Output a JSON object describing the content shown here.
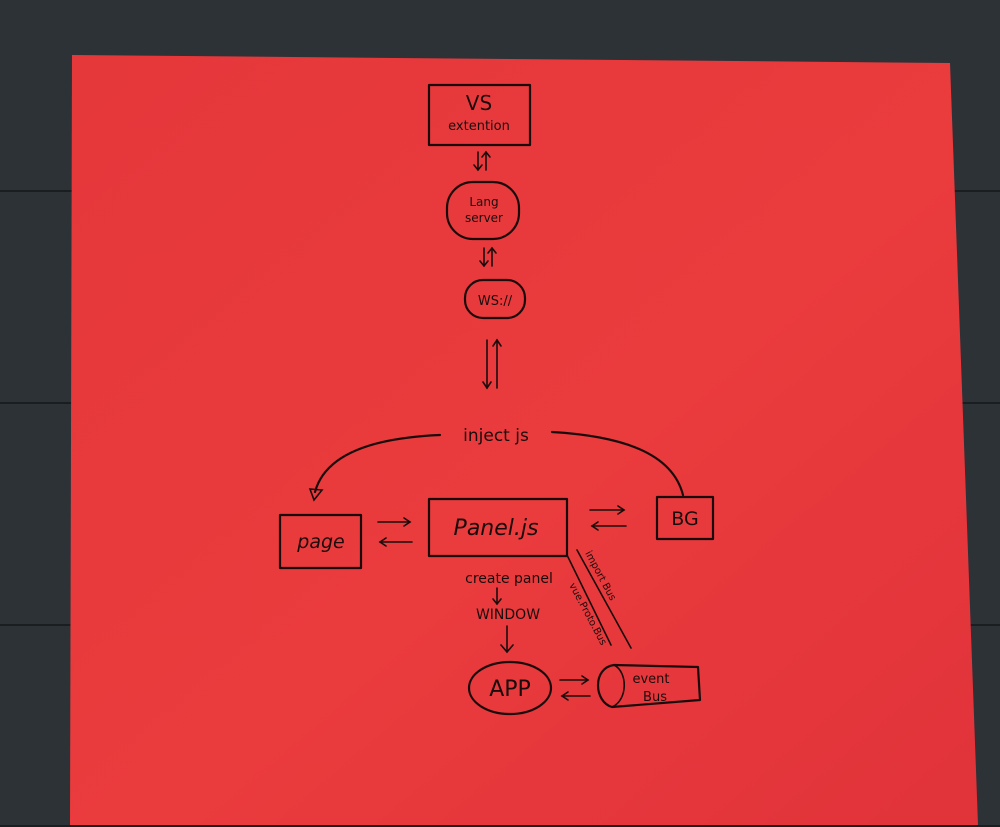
{
  "diagram": {
    "nodes": {
      "vs_extension": {
        "line1": "VS",
        "line2": "extention"
      },
      "lang_server": {
        "line1": "Lang",
        "line2": "server"
      },
      "ws": {
        "label": "WS://"
      },
      "page": {
        "label": "page"
      },
      "panel": {
        "label": "Panel.js"
      },
      "bg": {
        "label": "BG"
      },
      "window": {
        "label": "WINDOW"
      },
      "app": {
        "label": "APP"
      },
      "event_bus": {
        "line1": "event",
        "line2": "Bus"
      }
    },
    "edge_labels": {
      "inject": "inject js",
      "create_panel": "create panel",
      "import_bus": "import Bus",
      "vue_proto_bus": "vue.Proto.Bus"
    }
  },
  "colors": {
    "paper": "#e8373a",
    "ink": "#1a0c0c",
    "table": "#2d3237"
  }
}
